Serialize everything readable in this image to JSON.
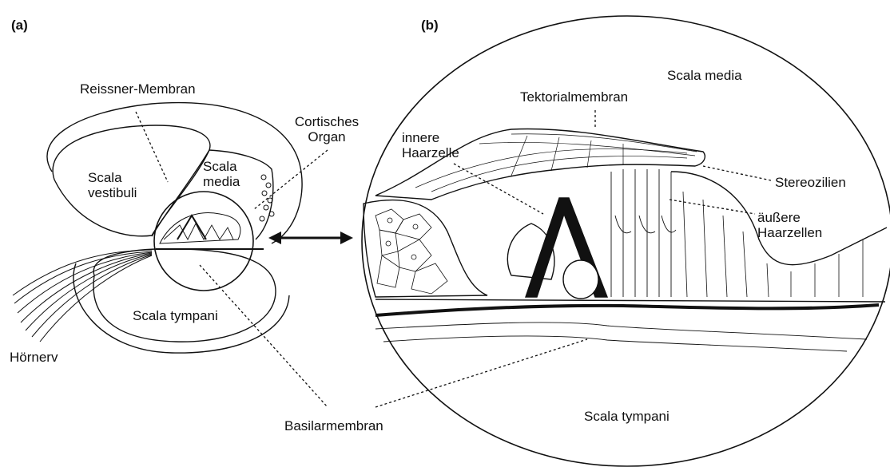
{
  "panels": {
    "a": {
      "tag": "(a)"
    },
    "b": {
      "tag": "(b)"
    }
  },
  "labels_a": {
    "reissner": "Reissner-Membran",
    "cortisches_1": "Cortisches",
    "cortisches_2": "Organ",
    "scala_vestibuli_1": "Scala",
    "scala_vestibuli_2": "vestibuli",
    "scala_media_1": "Scala",
    "scala_media_2": "media",
    "scala_tympani": "Scala tympani",
    "hoernerv": "Hörnerv",
    "basilarmembran": "Basilarmembran"
  },
  "labels_b": {
    "scala_media": "Scala media",
    "tektorialmembran": "Tektorialmembran",
    "innere_1": "innere",
    "innere_2": "Haarzelle",
    "stereozilien": "Stereozilien",
    "aeussere_1": "äußere",
    "aeussere_2": "Haarzellen",
    "scala_tympani": "Scala tympani"
  },
  "colors": {
    "ink": "#111111",
    "background": "#ffffff"
  }
}
